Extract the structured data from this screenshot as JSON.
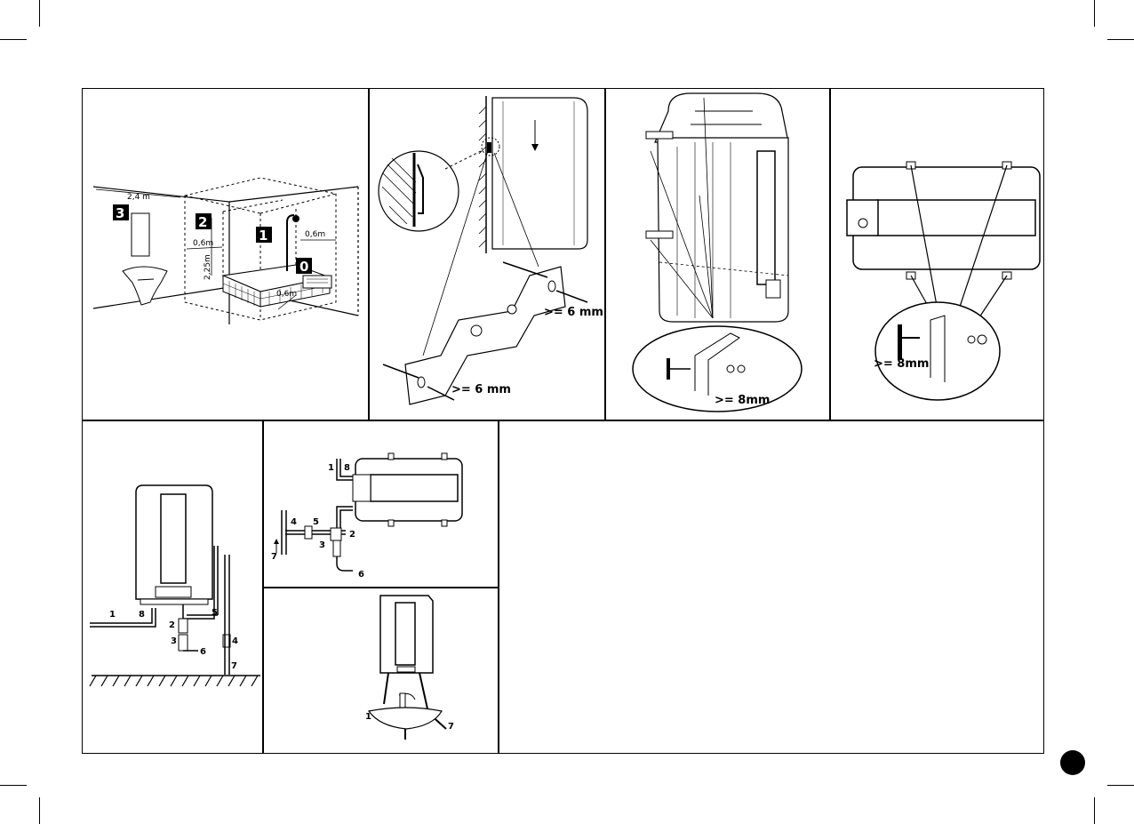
{
  "zones": {
    "zone0": "0",
    "zone1": "1",
    "zone2": "2",
    "zone3": "3",
    "dim_top": "2,4 m",
    "dim_left": "0,6m",
    "dim_right": "0,6m",
    "dim_height": "2,25m",
    "dim_bottom": "0,6m"
  },
  "bracket": {
    "label_top": ">= 6 mm",
    "label_bottom": ">= 6 mm"
  },
  "vertical_mount": {
    "label": ">= 8mm"
  },
  "horizontal_mount": {
    "label": ">= 8mm"
  },
  "pipe_vertical": {
    "n1": "1",
    "n8": "8",
    "n2": "2",
    "n3": "3",
    "n6": "6",
    "n5": "5",
    "n4": "4",
    "n7": "7"
  },
  "pipe_horizontal": {
    "n1": "1",
    "n8": "8",
    "n4": "4",
    "n5": "5",
    "n2": "2",
    "n3": "3",
    "n7": "7",
    "n6": "6"
  },
  "sink": {
    "n1": "1",
    "n7": "7"
  }
}
